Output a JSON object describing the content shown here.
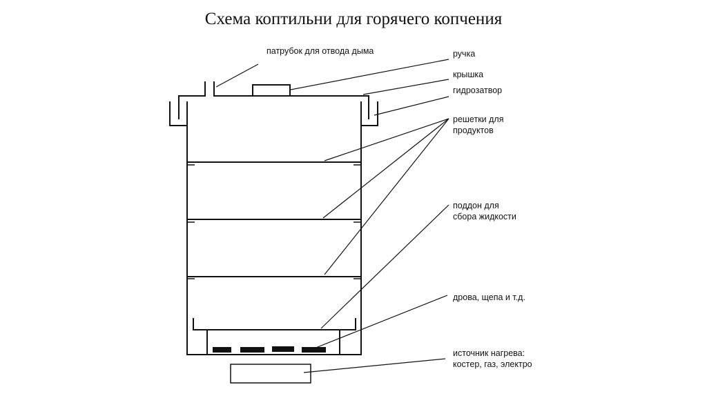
{
  "title": "Схема коптильни для горячего копчения",
  "labels": {
    "pipe": "патрубок для отвода дыма",
    "handle": "ручка",
    "lid": "крышка",
    "water_seal": "гидрозатвор",
    "grates_line1": "решетки для",
    "grates_line2": "продуктов",
    "tray_line1": "поддон для",
    "tray_line2": "сбора жидкости",
    "wood": "дрова, щепа и т.д.",
    "heat_line1": "источник нагрева:",
    "heat_line2": "костер, газ, электро"
  }
}
